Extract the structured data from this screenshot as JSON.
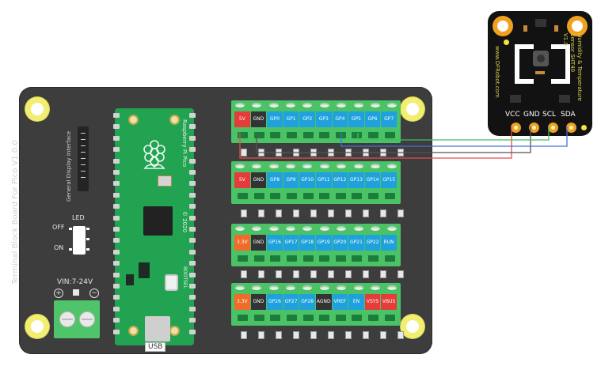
{
  "main_board": {
    "title": "Terminal Block Board For Pico V1.0.0",
    "display_interface_label": "General Display Interface",
    "led_switch": {
      "label": "LED",
      "off_label": "OFF",
      "on_label": "ON"
    },
    "power_input": {
      "label": "VIN:7-24V",
      "plus": "+",
      "minus": "−"
    }
  },
  "pico": {
    "name_label": "Raspberry Pi Pico",
    "year_label": "© 2020",
    "bootsel_label": "BOOTSEL",
    "usb_label": "USB"
  },
  "terminal_blocks": [
    {
      "pins": [
        {
          "label": "5V",
          "color": "red"
        },
        {
          "label": "GND",
          "color": "black"
        },
        {
          "label": "GP0",
          "color": "blue"
        },
        {
          "label": "GP1",
          "color": "blue"
        },
        {
          "label": "GP2",
          "color": "blue"
        },
        {
          "label": "GP3",
          "color": "blue"
        },
        {
          "label": "GP4",
          "color": "blue"
        },
        {
          "label": "GP5",
          "color": "blue"
        },
        {
          "label": "GP6",
          "color": "blue"
        },
        {
          "label": "GP7",
          "color": "blue"
        }
      ]
    },
    {
      "pins": [
        {
          "label": "5V",
          "color": "red"
        },
        {
          "label": "GND",
          "color": "black"
        },
        {
          "label": "GP8",
          "color": "blue"
        },
        {
          "label": "GP9",
          "color": "blue"
        },
        {
          "label": "GP10",
          "color": "blue"
        },
        {
          "label": "GP11",
          "color": "blue"
        },
        {
          "label": "GP12",
          "color": "blue"
        },
        {
          "label": "GP13",
          "color": "blue"
        },
        {
          "label": "GP14",
          "color": "blue"
        },
        {
          "label": "GP15",
          "color": "blue"
        }
      ]
    },
    {
      "pins": [
        {
          "label": "3.3V",
          "color": "orange"
        },
        {
          "label": "GND",
          "color": "black"
        },
        {
          "label": "GP16",
          "color": "blue"
        },
        {
          "label": "GP17",
          "color": "blue"
        },
        {
          "label": "GP18",
          "color": "blue"
        },
        {
          "label": "GP19",
          "color": "blue"
        },
        {
          "label": "GP20",
          "color": "blue"
        },
        {
          "label": "GP21",
          "color": "blue"
        },
        {
          "label": "GP22",
          "color": "blue"
        },
        {
          "label": "RUN",
          "color": "blue"
        }
      ]
    },
    {
      "pins": [
        {
          "label": "3.3V",
          "color": "orange"
        },
        {
          "label": "GND",
          "color": "black"
        },
        {
          "label": "GP26",
          "color": "blue"
        },
        {
          "label": "GP27",
          "color": "blue"
        },
        {
          "label": "GP28",
          "color": "blue"
        },
        {
          "label": "AGND",
          "color": "black"
        },
        {
          "label": "VREF",
          "color": "blue"
        },
        {
          "label": "EN",
          "color": "blue"
        },
        {
          "label": "VSYS",
          "color": "red"
        },
        {
          "label": "VBUS",
          "color": "red"
        }
      ]
    }
  ],
  "sensor": {
    "title_line1": "Humidity & Temperature",
    "title_line2": "Sensor SHT40",
    "version": "V1.0",
    "brand": "www.DFRobot.com",
    "pins": [
      "VCC",
      "GND",
      "SCL",
      "SDA"
    ]
  },
  "wiring": [
    {
      "from": "5V",
      "to": "VCC",
      "color": "#e74c4c"
    },
    {
      "from": "GND",
      "to": "GND",
      "color": "#555555"
    },
    {
      "from": "GP5",
      "to": "SCL",
      "color": "#3fbf5f"
    },
    {
      "from": "GP4",
      "to": "SDA",
      "color": "#4a6fd8"
    }
  ],
  "colors": {
    "board": "#3d3d3d",
    "terminal_green": "#4cc267",
    "pico_green": "#22a351",
    "pin_red": "#e53b3b",
    "pin_blue": "#1ea1dc",
    "pin_orange": "#f06a2a",
    "pin_black": "#333333",
    "mount_yellow": "#f1ee72",
    "sensor_pad": "#f0a21f"
  }
}
